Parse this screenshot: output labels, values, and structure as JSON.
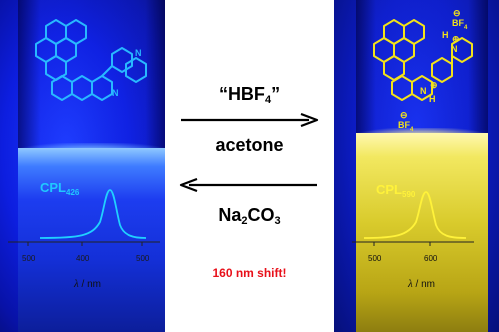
{
  "left_panel": {
    "cpl_label": "CPL",
    "cpl_sub": "426",
    "ticks": [
      "500",
      "400",
      "500"
    ],
    "axis_symbol": "λ",
    "axis_unit": "/ nm",
    "color": "#20c8ff",
    "emission_peak": 426
  },
  "right_panel": {
    "cpl_label": "CPL",
    "cpl_sub": "590",
    "ticks": [
      "500",
      "600"
    ],
    "axis_symbol": "λ",
    "axis_unit": "/ nm",
    "color": "#fff23a",
    "emission_peak": 590,
    "atom_labels": {
      "n_plus_top": "N",
      "plus_top": "⊕",
      "h_top": "H",
      "minus_top": "⊖",
      "bf4_top": "BF",
      "bf4_top_sub": "4",
      "n_lower": "N",
      "h_lower": "H",
      "plus_lower": "⊕",
      "minus_lower": "⊖",
      "bf4_lower": "BF",
      "bf4_lower_sub": "4"
    }
  },
  "left_molecule": {
    "n_label": "N",
    "n_label_2": "N"
  },
  "middle": {
    "reagent_forward_pre": "“HBF",
    "reagent_forward_sub": "4",
    "reagent_forward_post": "”",
    "solvent": "acetone",
    "reagent_reverse_a": "Na",
    "reagent_reverse_a_sub": "2",
    "reagent_reverse_b": "CO",
    "reagent_reverse_b_sub": "3",
    "shift_note": "160 nm shift!"
  }
}
